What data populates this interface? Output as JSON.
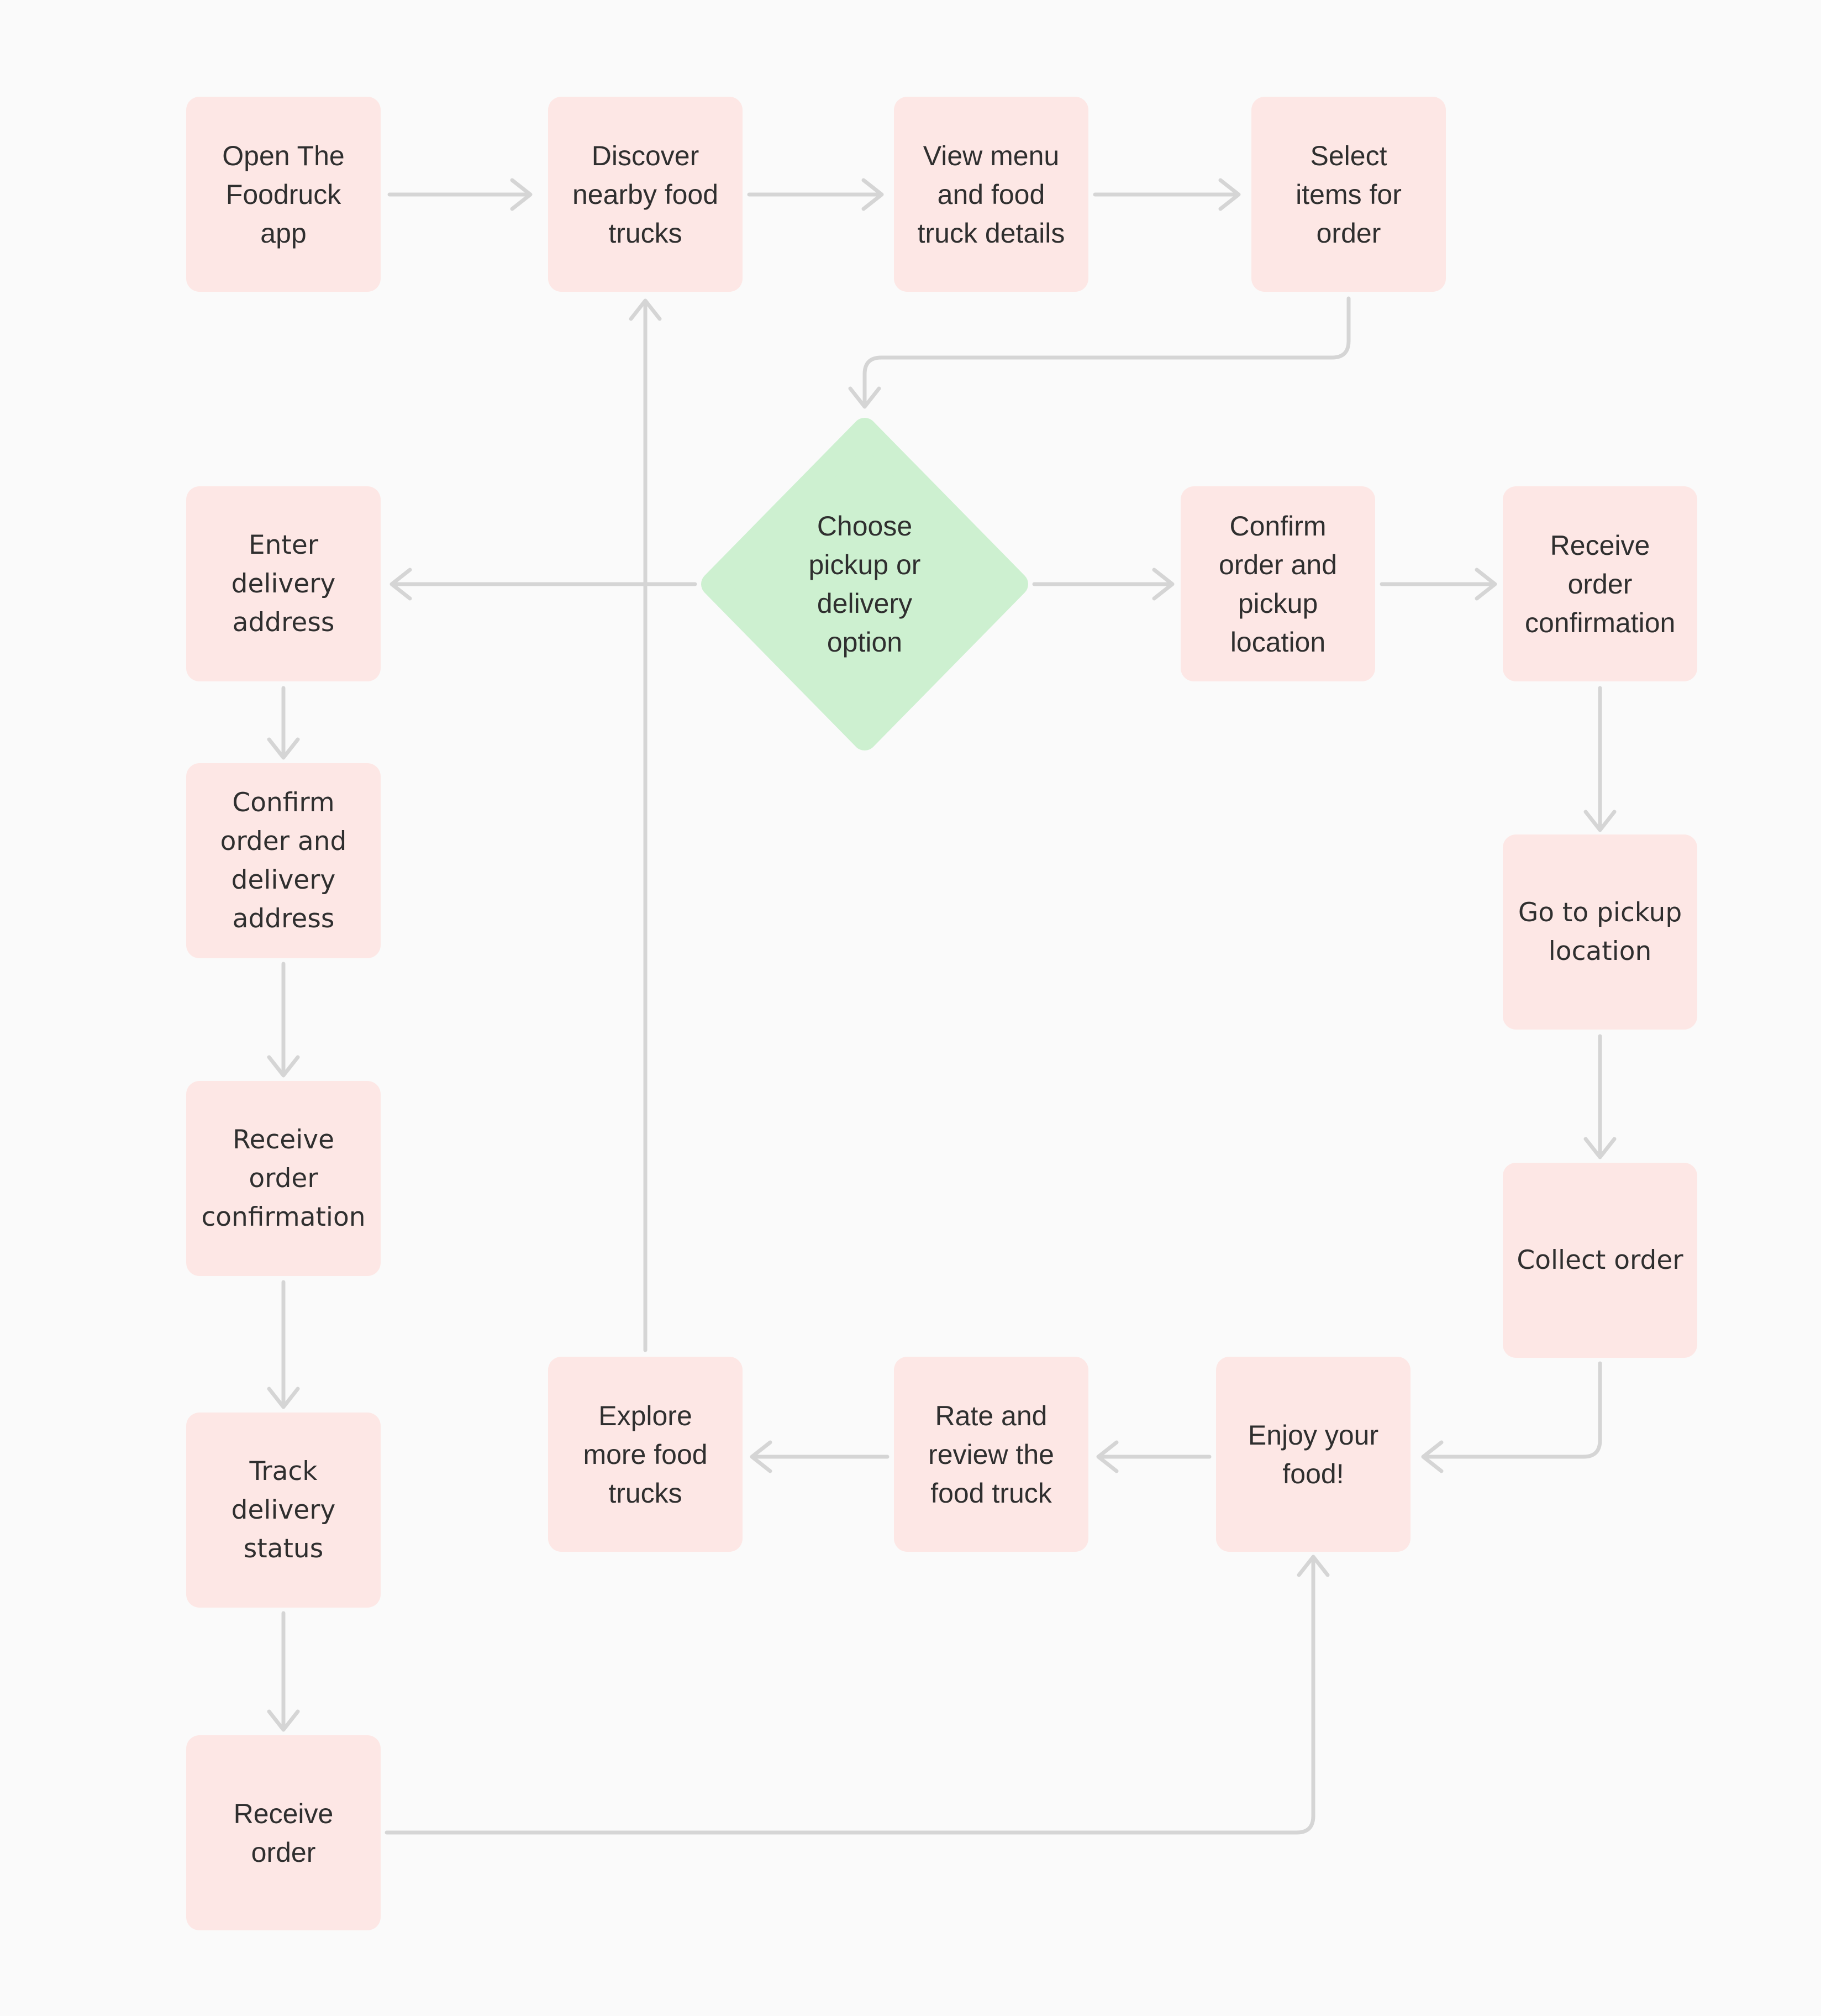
{
  "diagram": {
    "kind": "flowchart",
    "subject": "The Foodruck app ordering flow"
  },
  "colors": {
    "process_fill": "#fde7e5",
    "decision_fill": "#cdf0d0",
    "connector": "#d5d5d5",
    "text": "#2f2f2f",
    "canvas": "#fafafa"
  },
  "nodes": {
    "open_app": {
      "label": "Open The Foodruck app",
      "shape": "process"
    },
    "discover": {
      "label": "Discover nearby food trucks",
      "shape": "process"
    },
    "view_menu": {
      "label": "View menu and food truck details",
      "shape": "process"
    },
    "select_items": {
      "label": "Select items for order",
      "shape": "process"
    },
    "choose_option": {
      "label": "Choose pickup or delivery option",
      "shape": "decision"
    },
    "enter_address": {
      "label": "Enter delivery address",
      "shape": "process"
    },
    "confirm_pickup": {
      "label": "Confirm order and pickup location",
      "shape": "process"
    },
    "receive_confirmation_pickup": {
      "label": "Receive order confirmation",
      "shape": "process"
    },
    "confirm_delivery": {
      "label": "Confirm order and delivery address",
      "shape": "process"
    },
    "go_to_pickup": {
      "label": "Go to pickup location",
      "shape": "process"
    },
    "receive_confirmation_delivery": {
      "label": "Receive order confirmation",
      "shape": "process"
    },
    "collect_order": {
      "label": "Collect order",
      "shape": "process"
    },
    "track_delivery": {
      "label": "Track delivery status",
      "shape": "process"
    },
    "explore_more": {
      "label": "Explore more food trucks",
      "shape": "process"
    },
    "rate_review": {
      "label": "Rate and review the food truck",
      "shape": "process"
    },
    "enjoy_food": {
      "label": "Enjoy your food!",
      "shape": "process"
    },
    "receive_order": {
      "label": "Receive order",
      "shape": "process"
    }
  },
  "edges": [
    {
      "from": "open_app",
      "to": "discover"
    },
    {
      "from": "discover",
      "to": "view_menu"
    },
    {
      "from": "view_menu",
      "to": "select_items"
    },
    {
      "from": "select_items",
      "to": "choose_option"
    },
    {
      "from": "choose_option",
      "to": "enter_address"
    },
    {
      "from": "choose_option",
      "to": "confirm_pickup"
    },
    {
      "from": "confirm_pickup",
      "to": "receive_confirmation_pickup"
    },
    {
      "from": "receive_confirmation_pickup",
      "to": "go_to_pickup"
    },
    {
      "from": "go_to_pickup",
      "to": "collect_order"
    },
    {
      "from": "collect_order",
      "to": "enjoy_food"
    },
    {
      "from": "enjoy_food",
      "to": "rate_review"
    },
    {
      "from": "rate_review",
      "to": "explore_more"
    },
    {
      "from": "explore_more",
      "to": "discover"
    },
    {
      "from": "enter_address",
      "to": "confirm_delivery"
    },
    {
      "from": "confirm_delivery",
      "to": "receive_confirmation_delivery"
    },
    {
      "from": "receive_confirmation_delivery",
      "to": "track_delivery"
    },
    {
      "from": "track_delivery",
      "to": "receive_order"
    },
    {
      "from": "receive_order",
      "to": "enjoy_food"
    }
  ]
}
